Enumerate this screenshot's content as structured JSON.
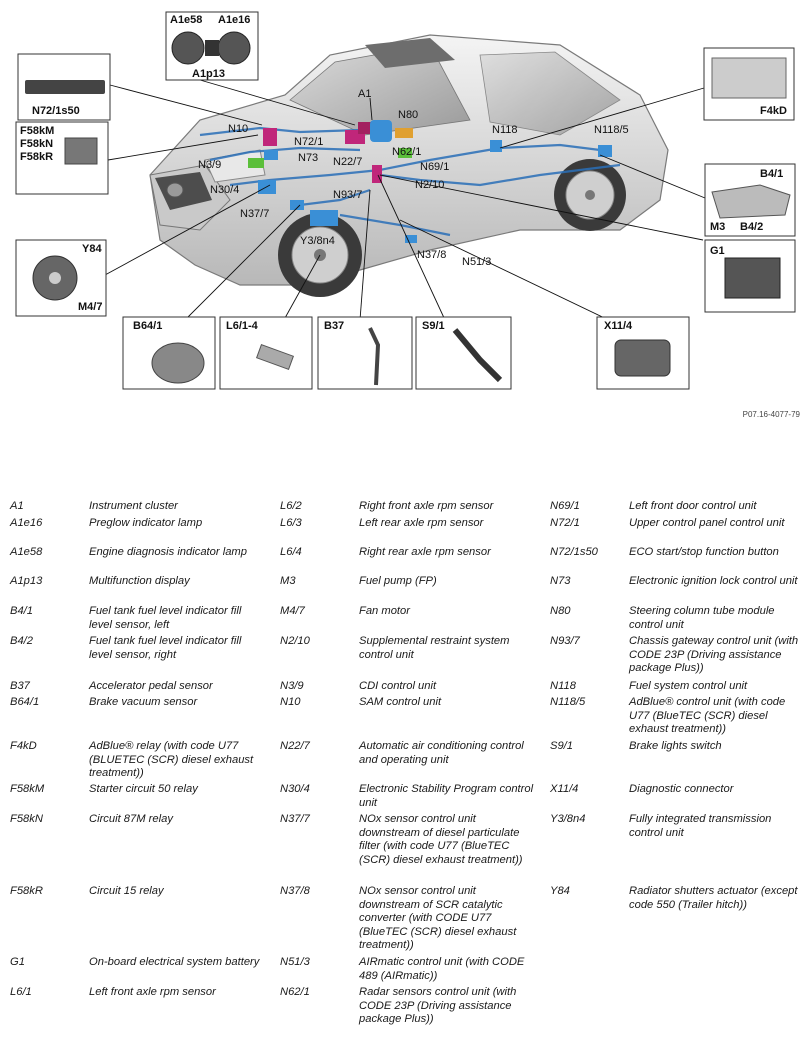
{
  "figure_id": "P07.16-4077-79",
  "diagram_labels": {
    "A1": "A1",
    "N80": "N80",
    "N10": "N10",
    "N72_1": "N72/1",
    "N73": "N73",
    "N22_7": "N22/7",
    "N62_1": "N62/1",
    "N69_1": "N69/1",
    "N2_10": "N2/10",
    "N3_9": "N3/9",
    "N30_4": "N30/4",
    "N93_7": "N93/7",
    "N37_7": "N37/7",
    "Y3_8n4": "Y3/8n4",
    "N37_8": "N37/8",
    "N51_3": "N51/3",
    "N118": "N118",
    "N118_5": "N118/5",
    "F4kD": "F4kD",
    "B4_1": "B4/1",
    "B4_2": "B4/2",
    "M3": "M3",
    "G1": "G1",
    "X11_4": "X11/4",
    "S9_1": "S9/1",
    "B37": "B37",
    "L6_1_4": "L6/1-4",
    "B64_1": "B64/1",
    "Y84": "Y84",
    "M4_7": "M4/7",
    "N72_1s50": "N72/1s50",
    "F58kM": "F58kM",
    "F58kN": "F58kN",
    "F58kR": "F58kR",
    "A1e58": "A1e58",
    "A1e16": "A1e16",
    "A1p13": "A1p13"
  },
  "legend": {
    "col1": [
      {
        "code": "A1",
        "desc": "Instrument cluster"
      },
      {
        "code": "A1e16",
        "desc": "Preglow indicator lamp"
      },
      {
        "code": "A1e58",
        "desc": "Engine diagnosis indicator lamp"
      },
      {
        "code": "A1p13",
        "desc": "Multifunction display"
      },
      {
        "code": "B4/1",
        "desc": "Fuel tank fuel level indicator fill level sensor, left"
      },
      {
        "code": "B4/2",
        "desc": "Fuel tank fuel level indicator fill level sensor, right"
      },
      {
        "code": "B37",
        "desc": "Accelerator pedal sensor"
      },
      {
        "code": "B64/1",
        "desc": "Brake vacuum sensor"
      },
      {
        "code": "F4kD",
        "desc": "AdBlue® relay (with code U77 (BLUETEC (SCR) diesel exhaust treatment))"
      },
      {
        "code": "F58kM",
        "desc": "Starter circuit 50 relay"
      },
      {
        "code": "F58kN",
        "desc": "Circuit 87M relay"
      },
      {
        "code": "F58kR",
        "desc": "Circuit 15 relay"
      },
      {
        "code": "G1",
        "desc": "On-board electrical system battery"
      },
      {
        "code": "L6/1",
        "desc": "Left front axle rpm sensor"
      }
    ],
    "col2": [
      {
        "code": "L6/2",
        "desc": "Right front axle rpm sensor"
      },
      {
        "code": "L6/3",
        "desc": "Left rear axle rpm sensor"
      },
      {
        "code": "L6/4",
        "desc": "Right rear axle rpm sensor"
      },
      {
        "code": "M3",
        "desc": "Fuel pump (FP)"
      },
      {
        "code": "M4/7",
        "desc": "Fan motor"
      },
      {
        "code": "N2/10",
        "desc": "Supplemental restraint system control unit"
      },
      {
        "code": "N3/9",
        "desc": "CDI control unit"
      },
      {
        "code": "N10",
        "desc": "SAM control unit"
      },
      {
        "code": "N22/7",
        "desc": "Automatic air conditioning control and operating unit"
      },
      {
        "code": "N30/4",
        "desc": "Electronic Stability Program control unit"
      },
      {
        "code": "N37/7",
        "desc": "NOx sensor control unit downstream of diesel particulate filter (with code U77 (BlueTEC (SCR) diesel exhaust treatment))"
      },
      {
        "code": "N37/8",
        "desc": "NOx sensor control unit downstream of SCR catalytic converter (with CODE U77 (BlueTEC (SCR) diesel exhaust treatment))"
      },
      {
        "code": "N51/3",
        "desc": "AIRmatic control unit (with CODE 489 (AIRmatic))"
      },
      {
        "code": "N62/1",
        "desc": "Radar sensors control unit (with CODE 23P (Driving assistance package Plus))"
      }
    ],
    "col3": [
      {
        "code": "N69/1",
        "desc": "Left front door control unit"
      },
      {
        "code": "N72/1",
        "desc": "Upper control panel control unit"
      },
      {
        "code": "N72/1s50",
        "desc": "ECO start/stop function button"
      },
      {
        "code": "N73",
        "desc": "Electronic ignition lock control unit"
      },
      {
        "code": "N80",
        "desc": "Steering column tube module control unit"
      },
      {
        "code": "N93/7",
        "desc": "Chassis gateway control unit (with CODE 23P (Driving assistance package Plus))"
      },
      {
        "code": "N118",
        "desc": "Fuel system control unit"
      },
      {
        "code": "N118/5",
        "desc": "AdBlue® control unit (with code U77 (BlueTEC (SCR) diesel exhaust treatment))"
      },
      {
        "code": "S9/1",
        "desc": "Brake lights switch"
      },
      {
        "code": "X11/4",
        "desc": "Diagnostic connector"
      },
      {
        "code": "Y3/8n4",
        "desc": "Fully integrated transmission control unit"
      },
      {
        "code": "Y84",
        "desc": "Radiator shutters actuator (except code 550 (Trailer hitch))"
      }
    ]
  }
}
